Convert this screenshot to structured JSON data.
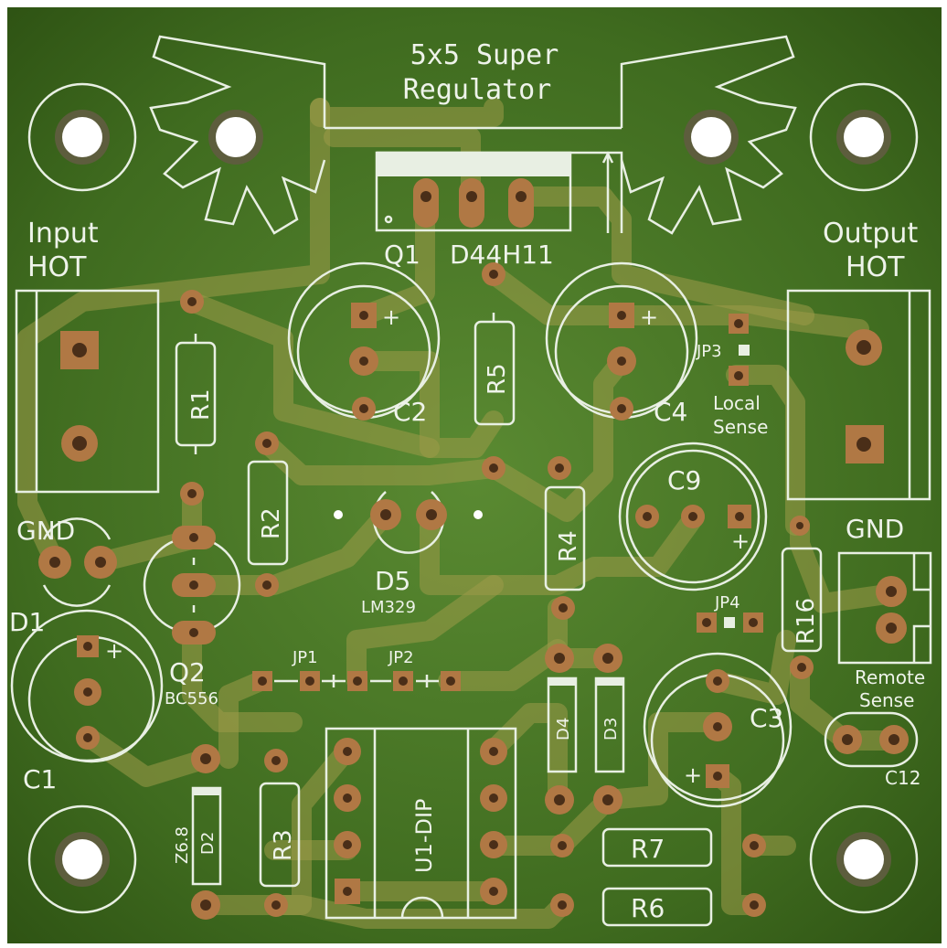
{
  "board": {
    "title_line1": "5x5 Super",
    "title_line2": "Regulator",
    "colors": {
      "soldermask": "#3f6b1f",
      "silkscreen": "#e8efe3",
      "copper": "#b07844",
      "trace": "#9c9a48"
    }
  },
  "labels": {
    "input": "Input",
    "input_hot": "HOT",
    "output": "Output",
    "output_hot": "HOT",
    "gnd_left": "GND",
    "gnd_right": "GND",
    "local": "Local",
    "sense": "Sense",
    "remote": "Remote",
    "remote_sense": "Sense",
    "plus": "+",
    "minus": "-"
  },
  "components": {
    "q1": "Q1",
    "q1_part": "D44H11",
    "q2": "Q2",
    "q2_part": "BC556",
    "d1": "D1",
    "d2": "D2",
    "d2_value": "Z6.8",
    "d3": "D3",
    "d4": "D4",
    "d5": "D5",
    "d5_part": "LM329",
    "c1": "C1",
    "c2": "C2",
    "c3": "C3",
    "c4": "C4",
    "c9": "C9",
    "c12": "C12",
    "r1": "R1",
    "r2": "R2",
    "r3": "R3",
    "r4": "R4",
    "r5": "R5",
    "r6": "R6",
    "r7": "R7",
    "r16": "R16",
    "u1": "U1-DIP",
    "jp1": "JP1",
    "jp2": "JP2",
    "jp3": "JP3",
    "jp4": "JP4"
  }
}
